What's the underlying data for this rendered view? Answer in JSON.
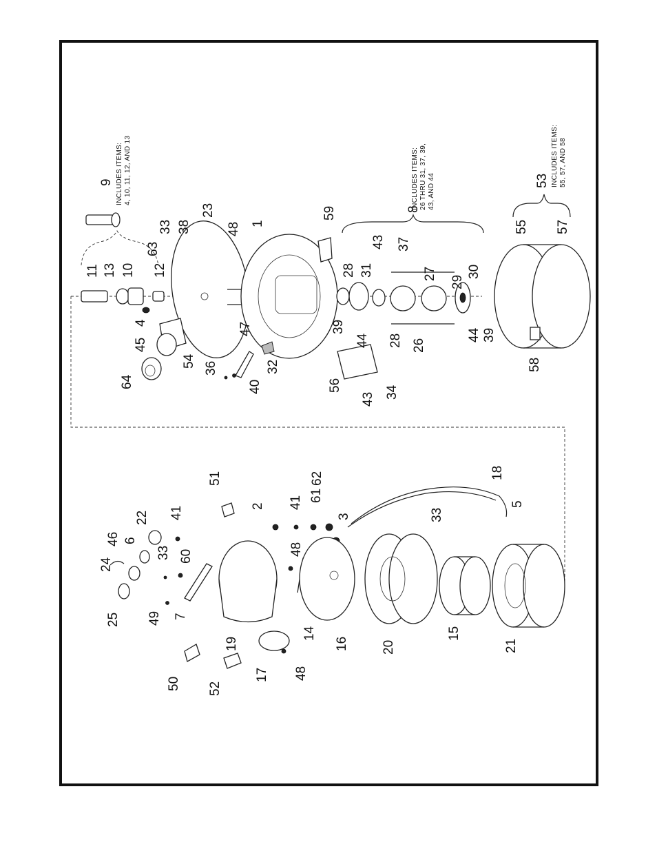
{
  "callouts": {
    "c1": "1",
    "c2": "2",
    "c3": "3",
    "c4": "4",
    "c5": "5",
    "c6": "6",
    "c7": "7",
    "c8": "8",
    "c9": "9",
    "c10": "10",
    "c11": "11",
    "c12": "12",
    "c13": "13",
    "c14": "14",
    "c15": "15",
    "c16": "16",
    "c17": "17",
    "c18": "18",
    "c19": "19",
    "c20": "20",
    "c21": "21",
    "c22": "22",
    "c23": "23",
    "c24": "24",
    "c25": "25",
    "c26": "26",
    "c27": "27",
    "c28": "28",
    "c29": "29",
    "c30": "30",
    "c31": "31",
    "c32": "32",
    "c33": "33",
    "c34": "34",
    "c36": "36",
    "c37": "37",
    "c38": "38",
    "c39": "39",
    "c40": "40",
    "c41": "41",
    "c43": "43",
    "c44": "44",
    "c45": "45",
    "c46": "46",
    "c47": "47",
    "c48": "48",
    "c49": "49",
    "c50": "50",
    "c51": "51",
    "c52": "52",
    "c53": "53",
    "c54": "54",
    "c55": "55",
    "c56": "56",
    "c57": "57",
    "c58": "58",
    "c59": "59",
    "c60": "60",
    "c61": "61",
    "c62": "62",
    "c63": "63",
    "c64": "64"
  },
  "notes": {
    "item9_line1": "INCLUDES ITEMS:",
    "item9_line2": "4, 10, 11, 12, AND 13",
    "item8_line1": "INCLUDES ITEMS:",
    "item8_line2": "26 THRU 31, 37, 39,",
    "item8_line3": "43, AND 44",
    "item53_line1": "INCLUDES ITEMS:",
    "item53_line2": "55, 57, AND 58"
  },
  "colors": {
    "ink": "#111111",
    "paper": "#ffffff"
  }
}
